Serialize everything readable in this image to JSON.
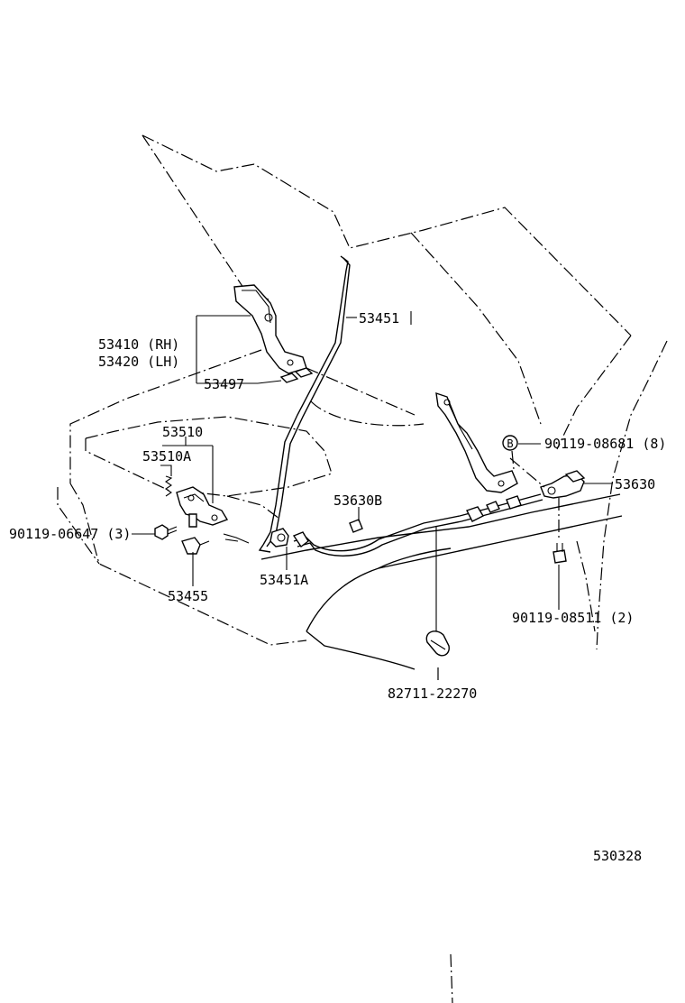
{
  "labels": {
    "hood_support_rod": "53451",
    "hinge_rh": "53410 (RH)",
    "hinge_lh": "53420 (LH)",
    "hinge_shim": "53497",
    "lock_assy": "53510",
    "lock_assy_sub": "53510A",
    "bolt_lock": "90119-06647 (3)",
    "lock_bracket": "53455",
    "rod_holder": "53451A",
    "cable_clamp": "53630B",
    "release_lever": "53630",
    "bolt_hinge": "90119-08681 (8)",
    "bolt_lever": "90119-08511 (2)",
    "clamp_part": "82711-22270",
    "circle_marker": "B",
    "diagram_code": "530328"
  }
}
